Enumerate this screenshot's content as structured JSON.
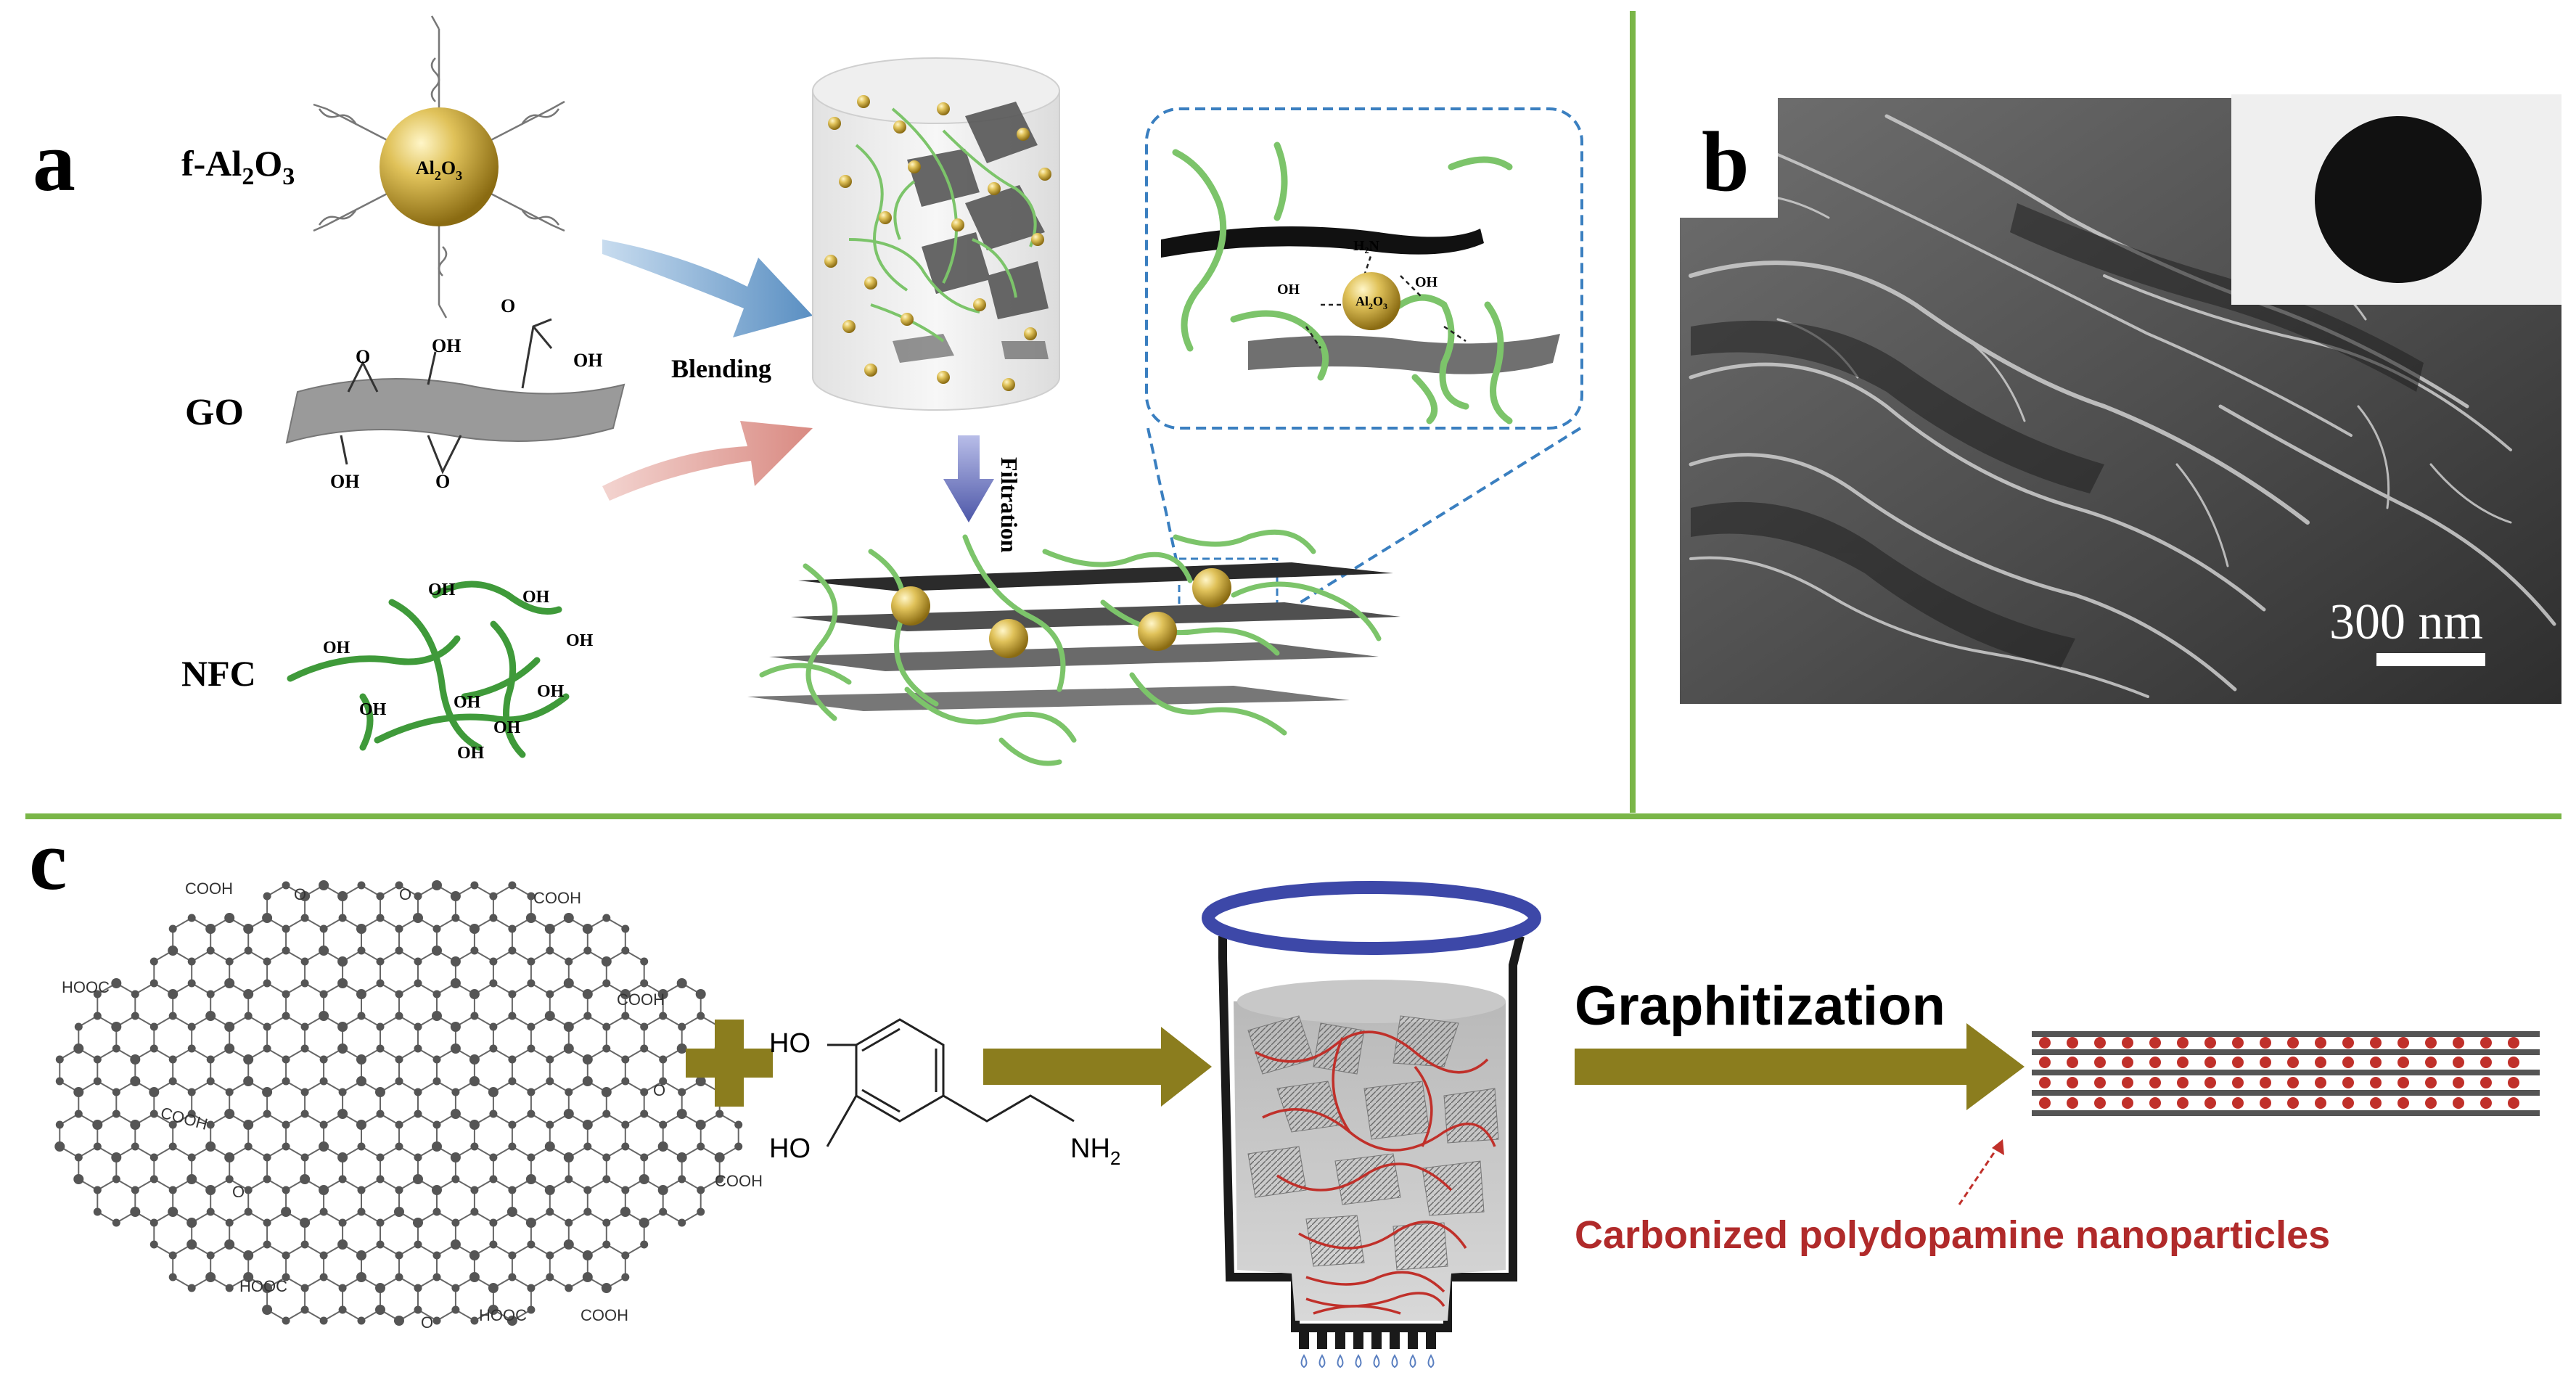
{
  "panel_a": {
    "letter": "a",
    "labels": {
      "f_al2o3": {
        "pre": "f-Al",
        "sub1": "2",
        "mid": "O",
        "sub2": "3"
      },
      "go": "GO",
      "nfc": "NFC",
      "blending": "Blending",
      "filtration": "Filtration",
      "al2o3_core": {
        "pre": "Al",
        "sub1": "2",
        "mid": "O",
        "sub2": "3"
      }
    },
    "groups": {
      "oh": "OH",
      "o": "O",
      "h2n": "H₂N"
    }
  },
  "panel_b": {
    "letter": "b",
    "scale_label": "300 nm"
  },
  "panel_c": {
    "letter": "c",
    "groups": {
      "cooh": "COOH",
      "hooc": "HOOC",
      "o": "O"
    },
    "dopamine": {
      "ho1": "HO",
      "ho2": "HO",
      "nh2": {
        "pre": "NH",
        "sub": "2"
      }
    },
    "step_label": "Graphitization",
    "annotation": "Carbonized polydopamine nanoparticles"
  },
  "colors": {
    "divider": "#7ab648",
    "nanoparticle": "#c9a733",
    "fiber": "#7cc46a",
    "dashed_frame": "#3a7fc0",
    "arrow_olive": "#8b7d1e",
    "red_dots": "#c0302a",
    "annotation_red": "#b02a2a",
    "funnel_ring": "#3d48a8"
  }
}
